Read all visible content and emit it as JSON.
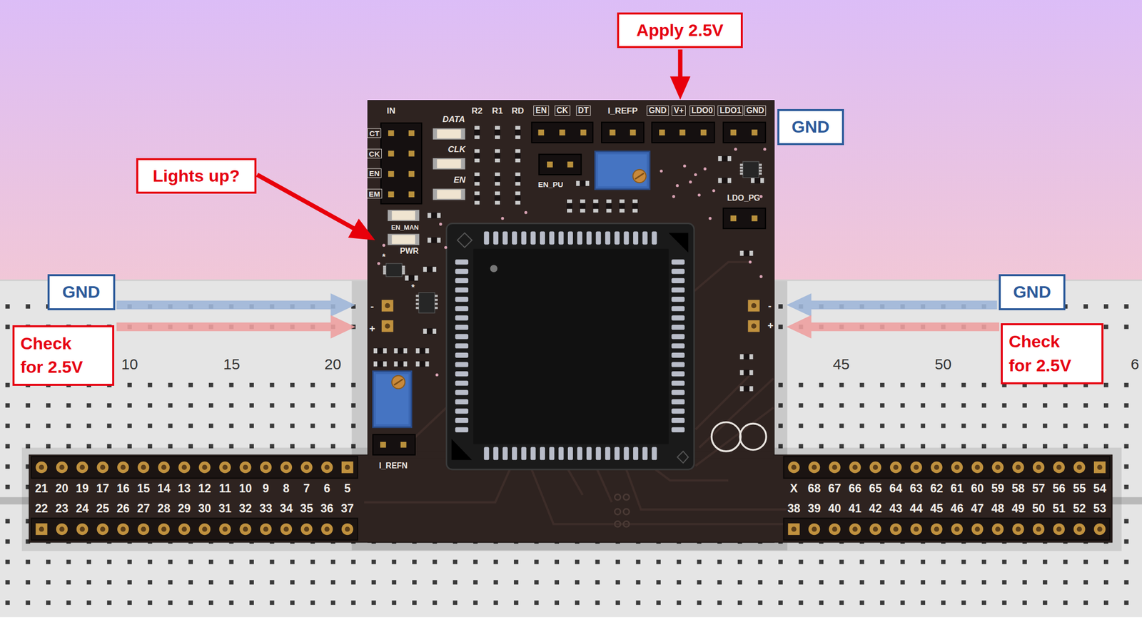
{
  "diagram": {
    "nodes": [
      {
        "text": [
          "Apply 2.5V"
        ]
      },
      {
        "text": [
          "GND"
        ]
      },
      {
        "text": [
          "Lights up?"
        ]
      },
      {
        "text": [
          "GND"
        ]
      },
      {
        "text": [
          "GND"
        ]
      },
      {
        "text": [
          "Check for 2.5V"
        ]
      },
      {
        "text": [
          "Check for 2.5V"
        ]
      }
    ],
    "labels": [
      "IN",
      "R2",
      "R1",
      "RD",
      "EN",
      "CK",
      "DT",
      "I_REFP",
      "GND",
      "V+",
      "LDO0",
      "LDO1",
      "GND",
      "CT",
      "CK",
      "EN",
      "EM",
      "DATA",
      "CLK",
      "EN",
      "EN_PU",
      "LDO_PG",
      "EN_MAN",
      "*",
      "PWR",
      "*",
      "-",
      "+",
      "-",
      "+",
      "I_REFN",
      "10",
      "15",
      "20",
      "45",
      "50",
      "6",
      "21",
      "20",
      "19",
      "17",
      "16",
      "15",
      "14",
      "13",
      "12",
      "11",
      "10",
      "9",
      "8",
      "7",
      "6",
      "5",
      "22",
      "23",
      "24",
      "25",
      "26",
      "27",
      "28",
      "29",
      "30",
      "31",
      "32",
      "33",
      "34",
      "35",
      "36",
      "37",
      "X",
      "68",
      "67",
      "66",
      "65",
      "64",
      "63",
      "62",
      "61",
      "60",
      "59",
      "58",
      "57",
      "56",
      "55",
      "54",
      "38",
      "39",
      "40",
      "41",
      "42",
      "43",
      "44",
      "45",
      "46",
      "47",
      "48",
      "49",
      "50",
      "51",
      "52",
      "53"
    ]
  }
}
